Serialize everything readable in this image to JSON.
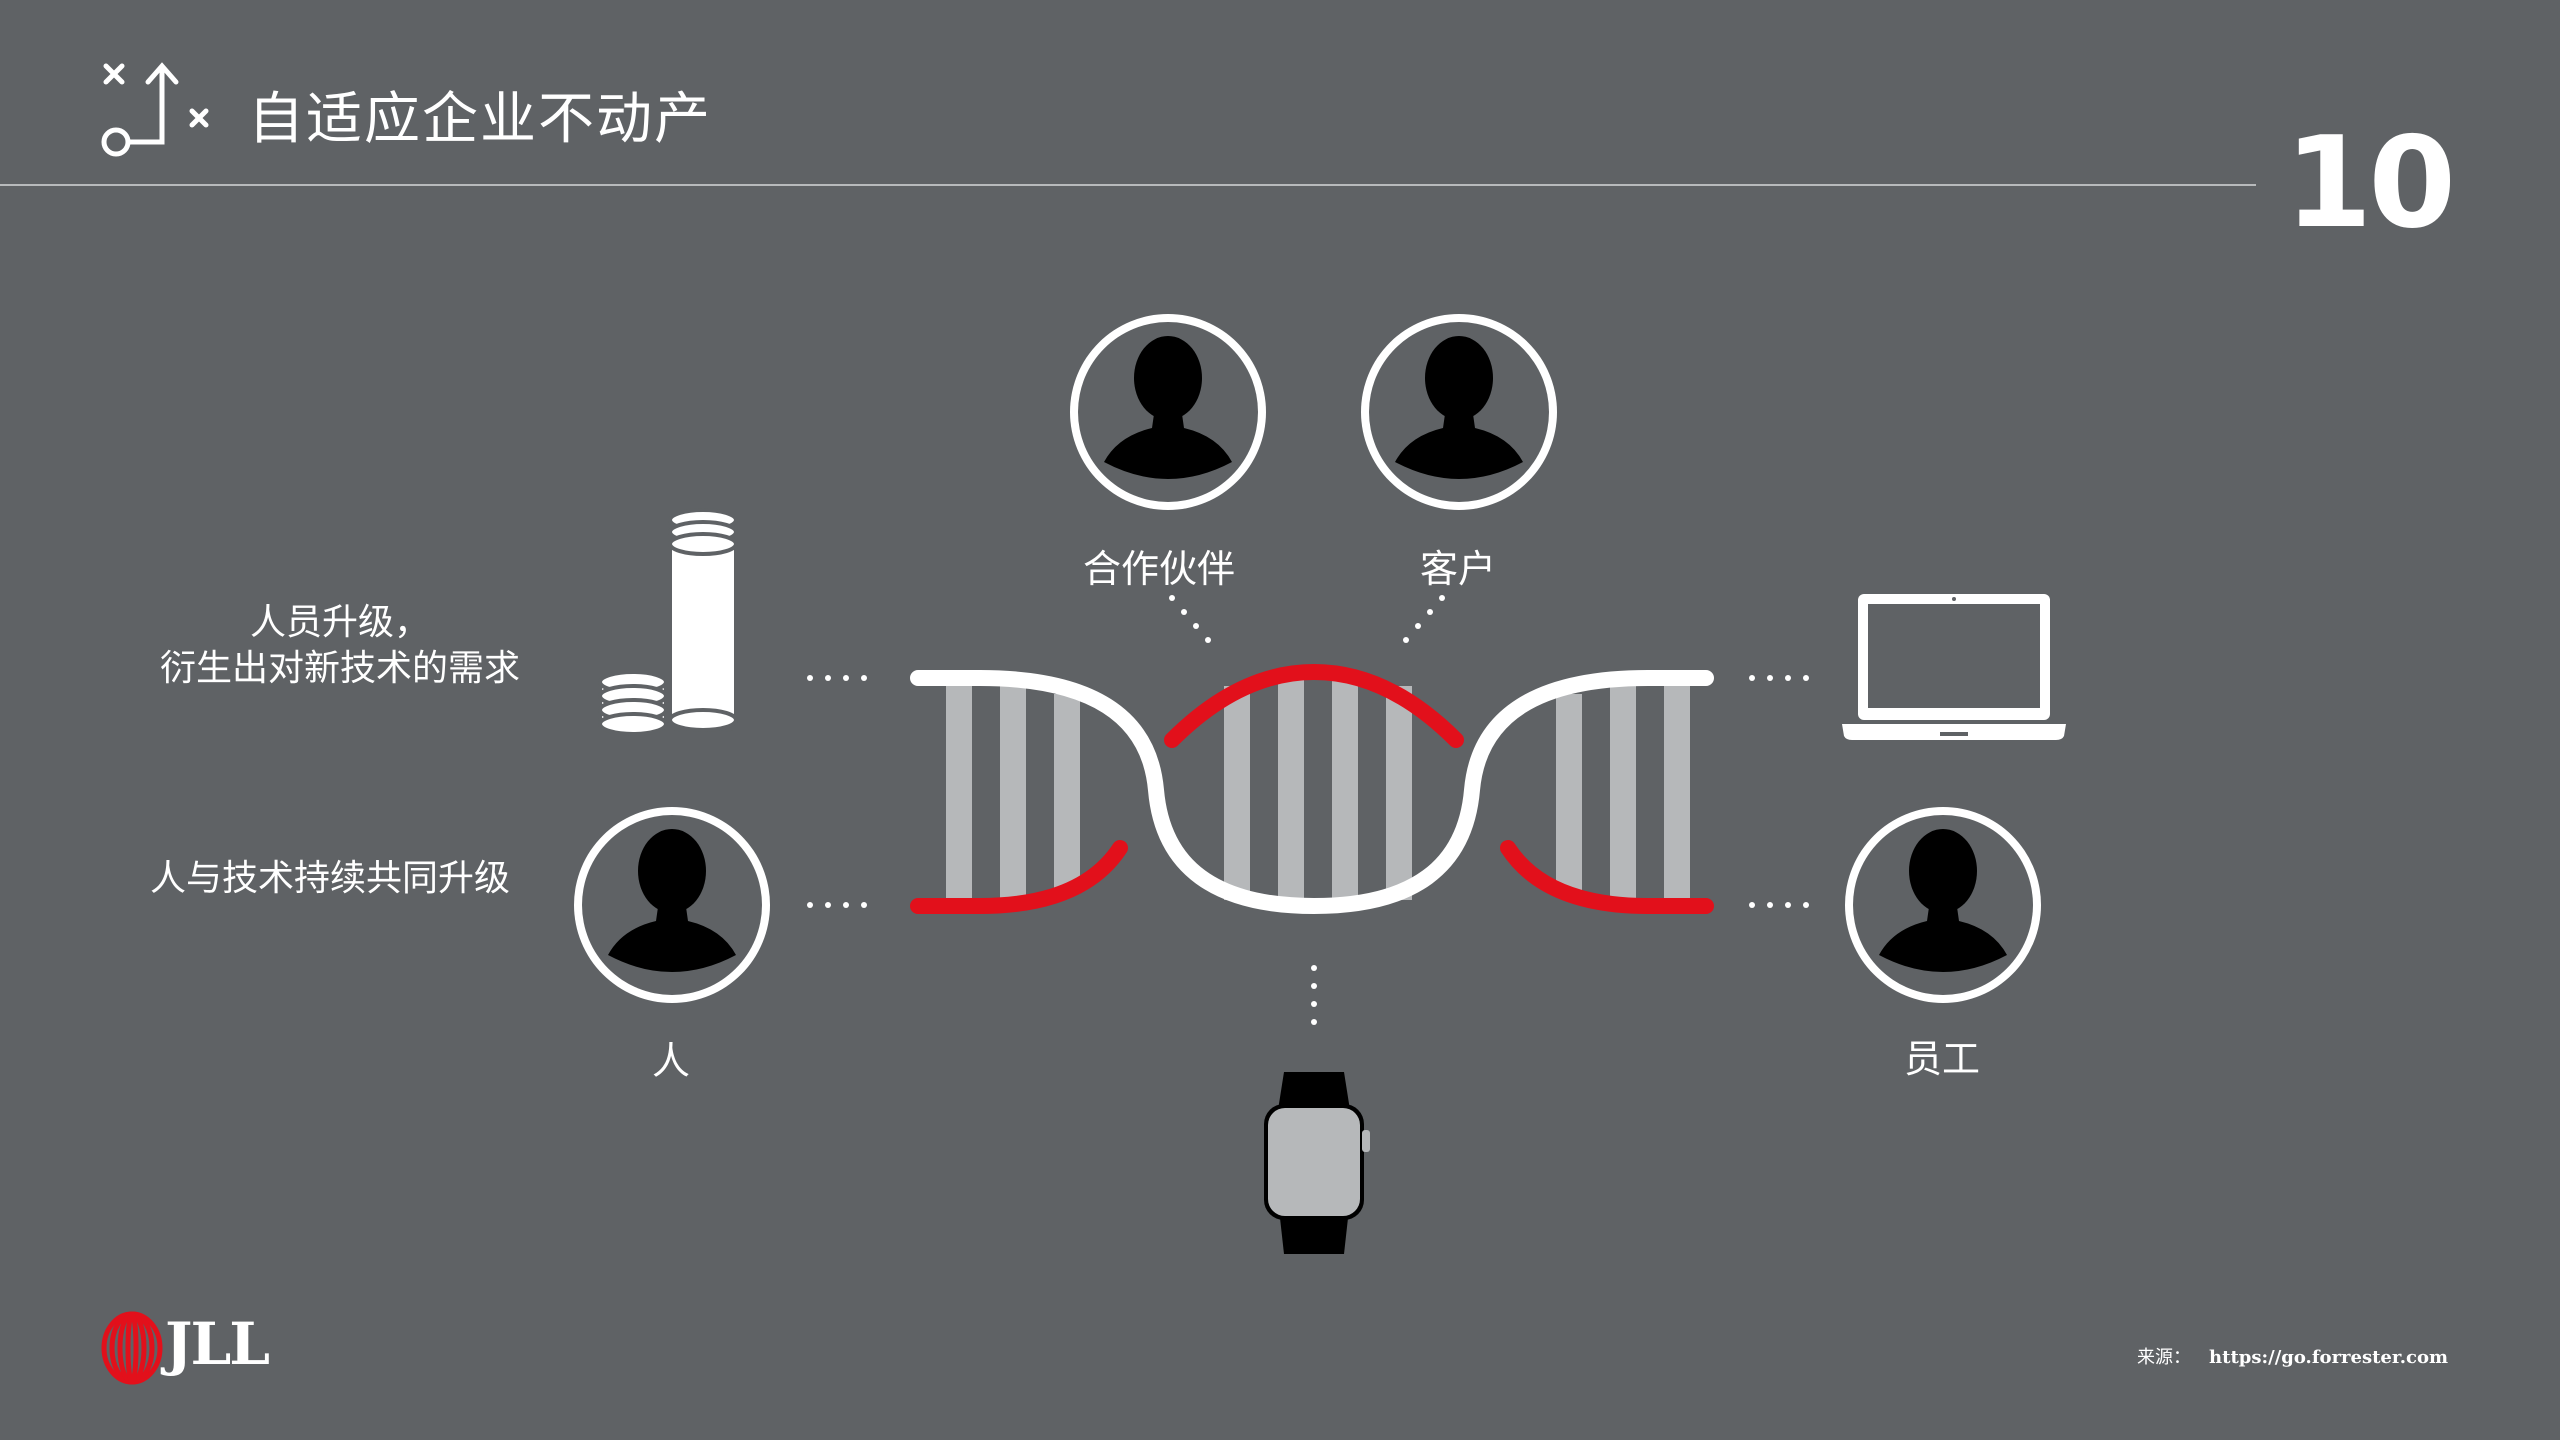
{
  "header": {
    "title": "自适应企业不动产",
    "page_number": "10",
    "icon": "strategy-play-icon"
  },
  "labels": {
    "partners": "合作伙伴",
    "customers": "客户",
    "people": "人",
    "employees": "员工",
    "upgrade_line1": "人员升级，",
    "upgrade_line2": "衍生出对新技术的需求",
    "coevolve": "人与技术持续共同升级"
  },
  "footer": {
    "source_label": "来源：",
    "source_url": "https://go.forrester.com",
    "logo_text": "JLL"
  },
  "colors": {
    "background": "#5f6265",
    "accent_red": "#e2101b",
    "rung_gray": "#b6b8ba",
    "white": "#ffffff"
  },
  "icons": [
    "person-icon",
    "coins-icon",
    "laptop-icon",
    "smartwatch-icon",
    "dna-helix-icon",
    "jll-logo"
  ]
}
